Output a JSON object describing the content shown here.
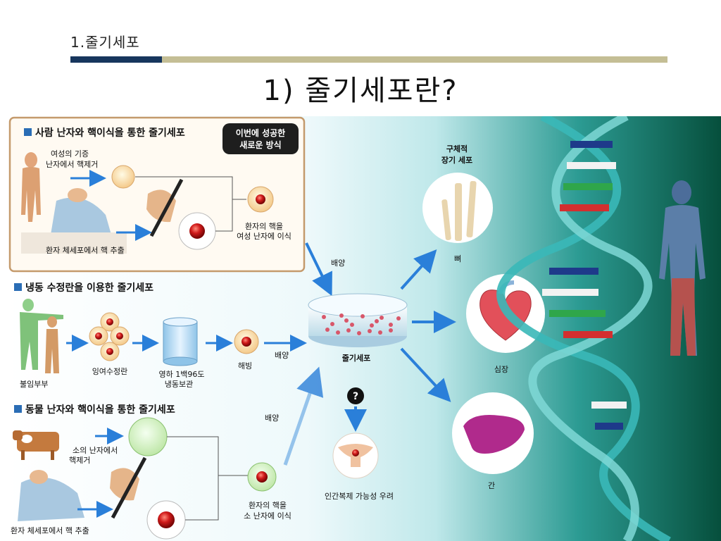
{
  "slide": {
    "section_label": "1.줄기세포",
    "title": "1) 줄기세포란?"
  },
  "figure": {
    "panel1": {
      "heading": "사람 난자와 핵이식을 통한 줄기세포",
      "badge_line1": "이번에 성공한",
      "badge_line2": "새로운 방식",
      "egg_removal_line1": "여성의 기증",
      "egg_removal_line2": "난자에서 핵제거",
      "nucleus_extract": "환자 체세포에서 핵 추출",
      "transfer_line1": "환자의 핵을",
      "transfer_line2": "여성 난자에 이식"
    },
    "panel2": {
      "heading": "냉동 수정란을 이용한 줄기세포",
      "couple": "불임부부",
      "surplus_embryo": "잉여수정란",
      "freeze_line1": "영하 1백96도",
      "freeze_line2": "냉동보관",
      "thaw": "해빙"
    },
    "panel3": {
      "heading": "동물 난자와 핵이식을 통한 줄기세포",
      "cow_line1": "소의 난자에서",
      "cow_line2": "핵제거",
      "nucleus_extract": "환자 체세포에서 핵 추출",
      "transfer_line1": "환자의 핵을",
      "transfer_line2": "소 난자에 이식"
    },
    "center": {
      "culture_top": "배양",
      "culture_mid": "배양",
      "culture_bottom": "배양",
      "stem_cell": "줄기세포",
      "question": "?",
      "cloning_concern": "인간복제 가능성 우려"
    },
    "organs": {
      "header_line1": "구체적",
      "header_line2": "장기 세포",
      "bone": "뼈",
      "heart": "심장",
      "liver": "간"
    },
    "colors": {
      "title_bar_dark": "#17365d",
      "title_bar_light": "#c4be95",
      "arrow": "#2a7fd9",
      "cell_red": "#d01a1a",
      "dna_teal": "#3ab8b8"
    }
  }
}
